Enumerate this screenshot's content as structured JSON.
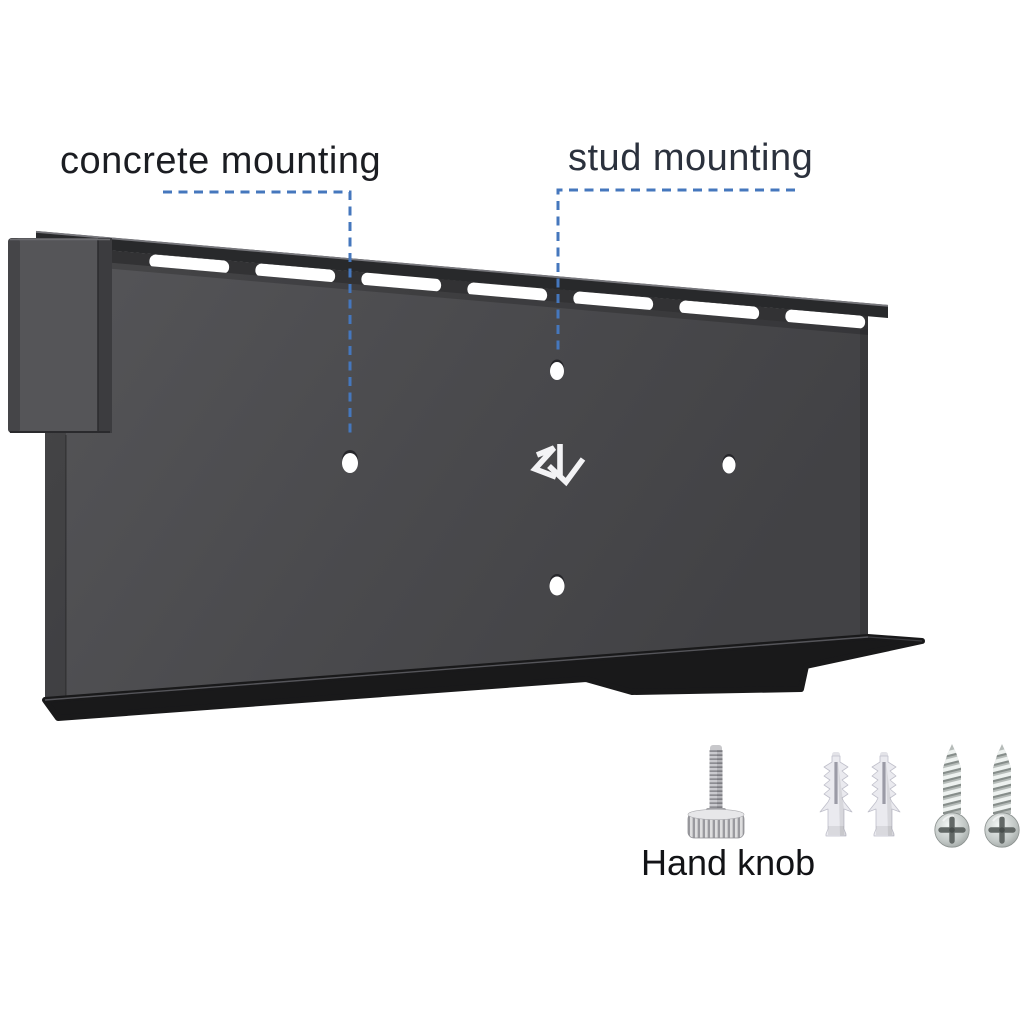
{
  "scene": {
    "background": "#ffffff",
    "kind": "wall-mount-bracket-product-diagram"
  },
  "labels": {
    "concrete_mounting": "concrete mounting",
    "stud_mounting": "stud mounting",
    "hand_knob": "Hand knob"
  },
  "colors": {
    "leader_line": "#4577bd",
    "label_text": "#1b1d22",
    "bracket_face": "#4a4a4d",
    "bracket_rail": "#28292b",
    "bracket_shelf": "#19191a",
    "anchor_plastic": "#eaeaef",
    "screw_metal": "#b6bcb9"
  },
  "bracket": {
    "mount_hole_count": 4,
    "top_slot_count": 7,
    "logo_icon": "brand-monogram-icon"
  },
  "hardware": [
    {
      "icon": "hand-knob-icon",
      "label": "Hand knob",
      "count": 1
    },
    {
      "icon": "wall-anchor-icon",
      "count": 2
    },
    {
      "icon": "screw-icon",
      "count": 2
    }
  ]
}
